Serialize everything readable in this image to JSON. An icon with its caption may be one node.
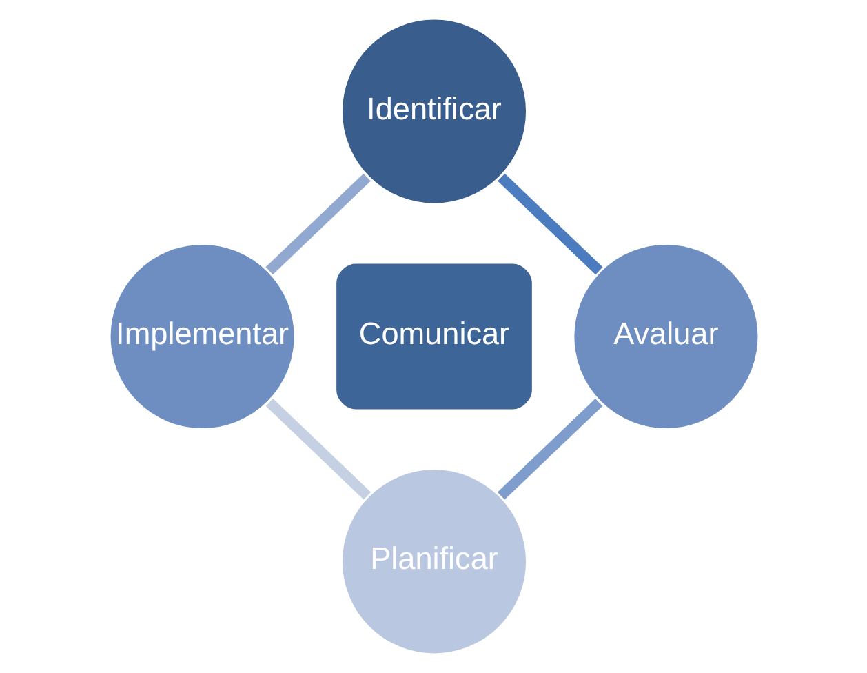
{
  "diagram": {
    "nodes": [
      {
        "text": [
          "Identificar"
        ]
      },
      {
        "text": [
          "Implementar"
        ]
      },
      {
        "text": [
          "Comunicar"
        ]
      },
      {
        "text": [
          "Avaluar"
        ]
      },
      {
        "text": [
          "Planificar"
        ]
      }
    ],
    "edges": [
      {
        "from": 0,
        "to": 3,
        "arrow": "none",
        "color": "#4a7cbf"
      },
      {
        "from": 3,
        "to": 4,
        "arrow": "none",
        "color": "#7f9dcc"
      },
      {
        "from": 4,
        "to": 1,
        "arrow": "none",
        "color": "#c5d0e3"
      },
      {
        "from": 1,
        "to": 0,
        "arrow": "none",
        "color": "#91a8d0"
      }
    ]
  }
}
